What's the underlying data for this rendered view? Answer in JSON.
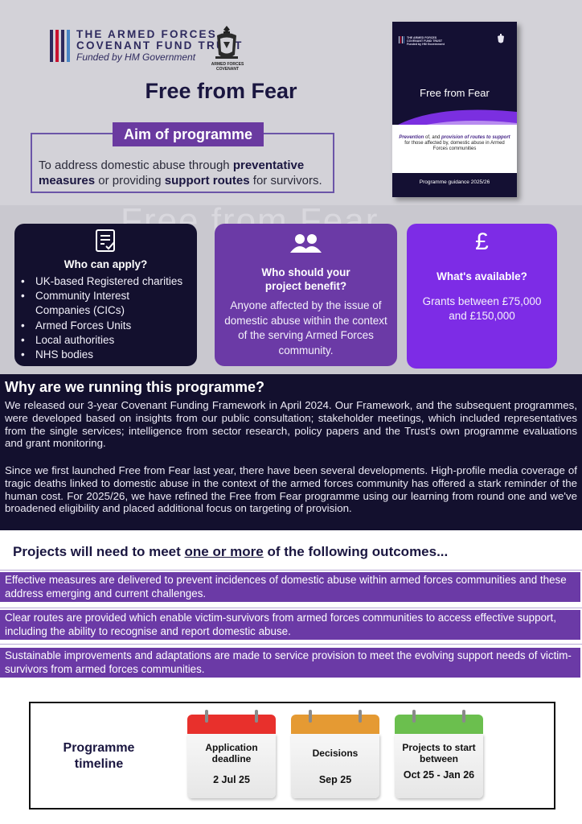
{
  "header": {
    "logo": {
      "line1": "THE ARMED FORCES",
      "line2": "COVENANT FUND TRUST",
      "line3": "Funded by HM Government",
      "crest_label": "ARMED FORCES COVENANT"
    },
    "title": "Free from Fear",
    "watermark": "Free from Fear"
  },
  "aim": {
    "label": "Aim of programme",
    "text_before": "To address domestic abuse through ",
    "bold1": "preventative measures",
    "text_mid": " or providing ",
    "bold2": "support routes",
    "text_after": " for survivors."
  },
  "booklet": {
    "logo_line1": "THE ARMED FORCES",
    "logo_line2": "COVENANT FUND TRUST",
    "logo_line3": "Funded by HM Government",
    "title": "Free from Fear",
    "sub_i1": "Prevention",
    "sub_t1": " of, and ",
    "sub_i2": "provision of routes to support",
    "sub_t2": " for those affected by, domestic abuse in Armed Forces communities",
    "footer": "Programme guidance 2025/26"
  },
  "cards": {
    "who_can_apply": {
      "title": "Who can apply?",
      "items": [
        "UK-based Registered charities",
        "Community Interest",
        "Companies (CICs)",
        "Armed Forces Units",
        "Local authorities",
        "NHS bodies"
      ]
    },
    "who_benefit": {
      "title": "Who should your project benefit?",
      "text": "Anyone affected by the issue of domestic abuse within the context of the serving Armed Forces community."
    },
    "available": {
      "title": "What's available?",
      "symbol": "£",
      "text": "Grants between £75,000 and £150,000"
    }
  },
  "why": {
    "title": "Why are we running this programme?",
    "p1": "We released our 3-year Covenant Funding Framework in April 2024. Our Framework, and the subsequent programmes, were developed based on insights from our public consultation; stakeholder meetings, which included representatives from the single services; intelligence from sector research, policy papers and the Trust's own programme evaluations and grant monitoring.",
    "p2": "Since we first launched Free from Fear last year, there have been several developments. High-profile media coverage of tragic deaths linked to domestic abuse in the context of the armed forces community has offered a stark reminder of the human cost. For 2025/26, we have refined the Free from Fear programme using our learning from round one and we've broadened eligibility and placed additional focus on targeting of provision."
  },
  "outcomes": {
    "title_before": "Projects will need to meet ",
    "title_underline": "one or more",
    "title_after": " of the following outcomes...",
    "items": [
      "Effective measures are delivered to prevent incidences of domestic abuse within armed forces communities and these address emerging and current challenges.",
      "Clear routes are provided which enable victim-survivors from armed forces communities to access effective support, including the ability to recognise and report domestic abuse.",
      "Sustainable improvements and adaptations are made to service provision to meet the evolving support needs of victim-survivors from armed forces communities."
    ]
  },
  "timeline": {
    "label": "Programme timeline",
    "events": [
      {
        "title": "Application deadline",
        "date": "2 Jul 25",
        "color": "#e8302c"
      },
      {
        "title": "Decisions",
        "date": "Sep 25",
        "color": "#e59a33"
      },
      {
        "title": "Projects to start between",
        "date": "Oct 25 - Jan 26",
        "color": "#6bbf4e"
      }
    ]
  },
  "colors": {
    "dark_navy": "#13102e",
    "purple": "#6b3aa6",
    "bright_purple": "#7d2ce6"
  }
}
